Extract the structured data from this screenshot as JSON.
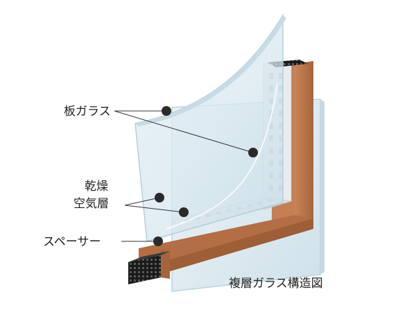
{
  "labels": {
    "plate_glass": "板ガラス",
    "dry_air_line1": "乾燥",
    "dry_air_line2": "空気層",
    "spacer": "スペーサー"
  },
  "title": "複層ガラス構造図",
  "colors": {
    "glass_fill": "#dbe9f0",
    "glass_edge": "#b9d3df",
    "wood": "#b8744a",
    "spacer_metal": "#e9ecee",
    "desiccant": "#1c1c1c",
    "leader": "#333333",
    "dot": "#2a2a2a"
  }
}
